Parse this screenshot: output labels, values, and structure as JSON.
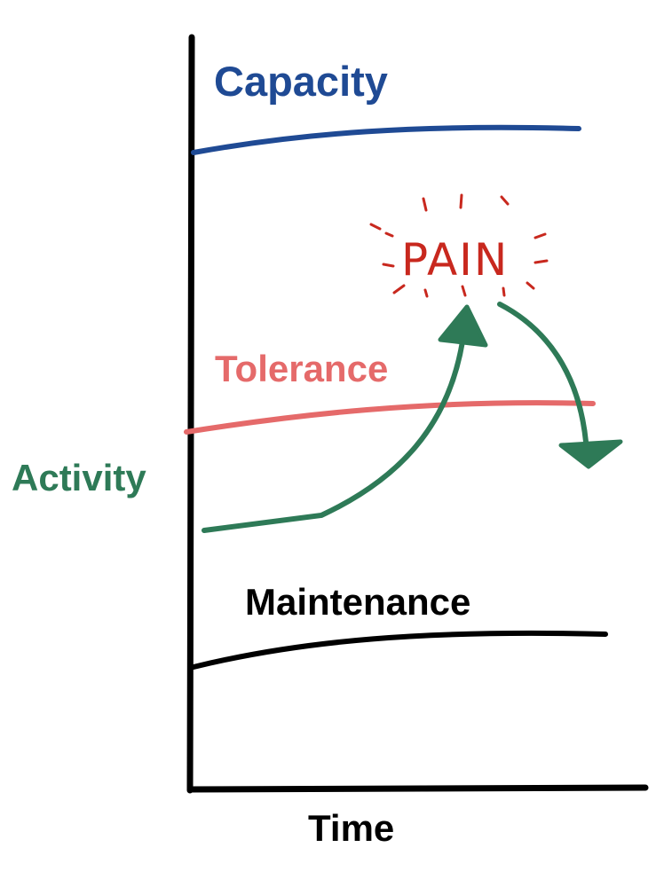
{
  "labels": {
    "capacity": "Capacity",
    "tolerance": "Tolerance",
    "activity": "Activity",
    "maintenance": "Maintenance",
    "time": "Time",
    "pain": "PAIN"
  },
  "colors": {
    "capacity": "#1f4a94",
    "tolerance": "#e56a6a",
    "activity": "#2e7a57",
    "maintenance": "#000000",
    "pain": "#c8281e",
    "axis": "#000000"
  }
}
